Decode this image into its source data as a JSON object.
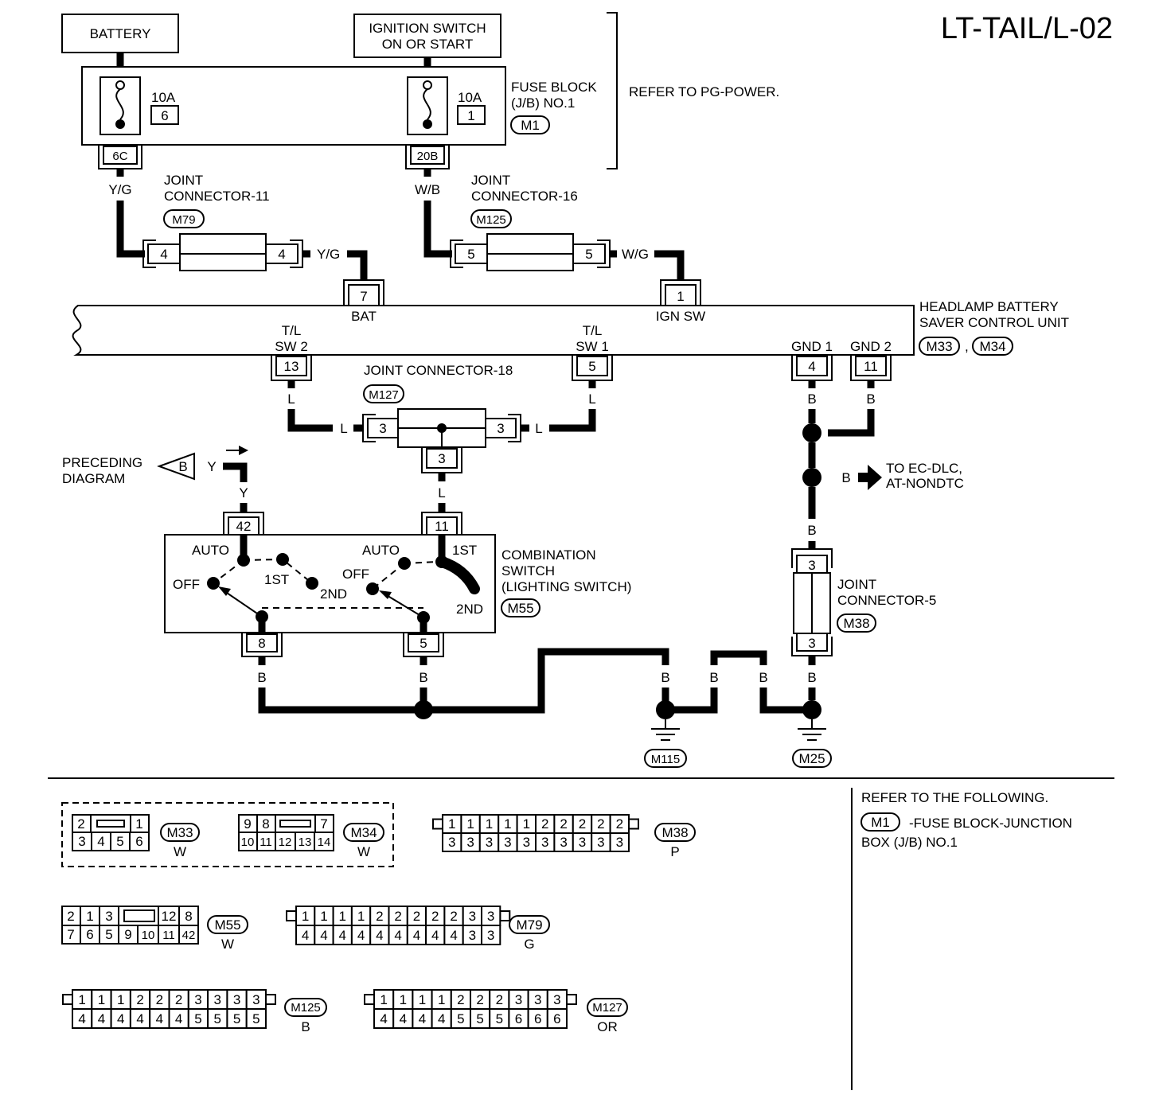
{
  "title": "LT-TAIL/L-02",
  "power": {
    "battery": "BATTERY",
    "ignition_1": "IGNITION SWITCH",
    "ignition_2": "ON OR START",
    "fuse_a_amp": "10A",
    "fuse_a_no": "6",
    "fuse_b_amp": "10A",
    "fuse_b_no": "1",
    "fuse_block_1": "FUSE BLOCK",
    "fuse_block_2": "(J/B) NO.1",
    "fuse_block_conn": "M1",
    "refer_pg": "REFER TO PG-POWER.",
    "term_a": "6C",
    "term_b": "20B"
  },
  "wires": {
    "yg": "Y/G",
    "wb": "W/B",
    "wg": "W/G",
    "l": "L",
    "b": "B",
    "y": "Y"
  },
  "jc11": {
    "line1": "JOINT",
    "line2": "CONNECTOR-11",
    "conn": "M79",
    "pin_in": "4",
    "pin_out": "4"
  },
  "jc16": {
    "line1": "JOINT",
    "line2": "CONNECTOR-16",
    "conn": "M125",
    "pin_in": "5",
    "pin_out": "5"
  },
  "unit": {
    "line1": "HEADLAMP BATTERY",
    "line2": "SAVER CONTROL UNIT",
    "conn_a": "M33",
    "sep": ",",
    "conn_b": "M34",
    "pin_bat": "7",
    "lbl_bat": "BAT",
    "pin_ign": "1",
    "lbl_ign": "IGN SW",
    "tl_a": "T/L",
    "sw2": "SW 2",
    "pin_sw2": "13",
    "tl_b": "T/L",
    "sw1": "SW 1",
    "pin_sw1": "5",
    "gnd1": "GND 1",
    "pin_gnd1": "4",
    "gnd2": "GND 2",
    "pin_gnd2": "11"
  },
  "jc18": {
    "label": "JOINT CONNECTOR-18",
    "conn": "M127",
    "pin_l": "3",
    "pin_r": "3",
    "pin_b": "3"
  },
  "preceding": {
    "line1": "PRECEDING",
    "line2": "DIAGRAM",
    "tag": "B"
  },
  "to_ec": {
    "line1": "TO EC-DLC,",
    "line2": "AT-NONDTC"
  },
  "combo": {
    "line1": "COMBINATION",
    "line2": "SWITCH",
    "line3": "(LIGHTING SWITCH)",
    "conn": "M55",
    "pin_42": "42",
    "pin_11": "11",
    "pin_8": "8",
    "pin_5": "5",
    "auto_l": "AUTO",
    "off_l": "OFF",
    "first_l": "1ST",
    "second_l": "2ND",
    "auto_r": "AUTO",
    "off_r": "OFF",
    "first_r": "1ST",
    "second_r": "2ND"
  },
  "jc5": {
    "line1": "JOINT",
    "line2": "CONNECTOR-5",
    "conn": "M38",
    "pin_t": "3",
    "pin_b": "3"
  },
  "grounds": {
    "g1": "M115",
    "g2": "M25"
  },
  "connectors": {
    "m33": {
      "id": "M33",
      "color": "W",
      "top": [
        "2",
        "1"
      ],
      "bottom": [
        "3",
        "4",
        "5",
        "6"
      ]
    },
    "m34": {
      "id": "M34",
      "color": "W",
      "top": [
        "9",
        "8",
        "7"
      ],
      "bottom": [
        "10",
        "11",
        "12",
        "13",
        "14"
      ]
    },
    "m38": {
      "id": "M38",
      "color": "P",
      "top": [
        "1",
        "1",
        "1",
        "1",
        "1",
        "2",
        "2",
        "2",
        "2",
        "2"
      ],
      "bottom": [
        "3",
        "3",
        "3",
        "3",
        "3",
        "3",
        "3",
        "3",
        "3",
        "3"
      ]
    },
    "m55": {
      "id": "M55",
      "color": "W",
      "top": [
        "2",
        "1",
        "3",
        "12",
        "8"
      ],
      "bottom": [
        "7",
        "6",
        "5",
        "9",
        "10",
        "11",
        "42"
      ]
    },
    "m79": {
      "id": "M79",
      "color": "G",
      "top": [
        "1",
        "1",
        "1",
        "1",
        "2",
        "2",
        "2",
        "2",
        "2",
        "3",
        "3"
      ],
      "bottom": [
        "4",
        "4",
        "4",
        "4",
        "4",
        "4",
        "4",
        "4",
        "4",
        "3",
        "3"
      ]
    },
    "m125": {
      "id": "M125",
      "color": "B",
      "top": [
        "1",
        "1",
        "1",
        "2",
        "2",
        "2",
        "3",
        "3",
        "3",
        "3"
      ],
      "bottom": [
        "4",
        "4",
        "4",
        "4",
        "4",
        "4",
        "5",
        "5",
        "5",
        "5"
      ]
    },
    "m127": {
      "id": "M127",
      "color": "OR",
      "top": [
        "1",
        "1",
        "1",
        "1",
        "2",
        "2",
        "2",
        "3",
        "3",
        "3"
      ],
      "bottom": [
        "4",
        "4",
        "4",
        "4",
        "5",
        "5",
        "5",
        "6",
        "6",
        "6"
      ]
    }
  },
  "refer": {
    "line1": "REFER TO THE FOLLOWING.",
    "conn": "M1",
    "line2": "-FUSE BLOCK-JUNCTION",
    "line3": "BOX (J/B) NO.1"
  }
}
